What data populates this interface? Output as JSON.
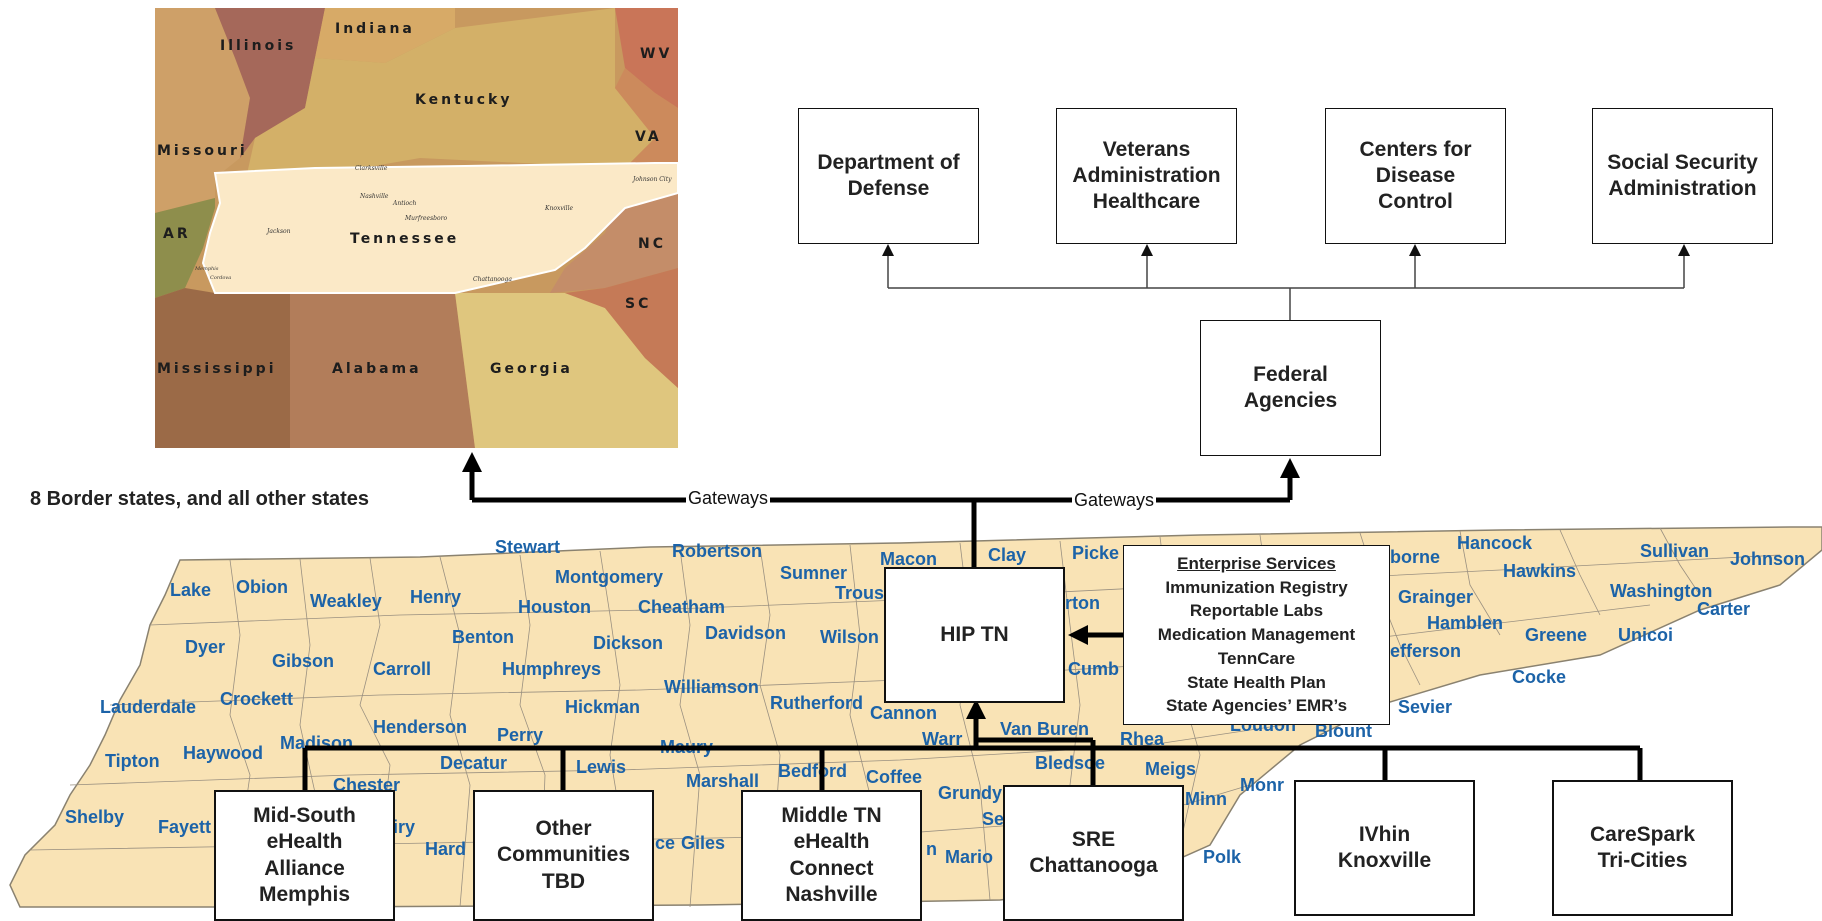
{
  "regional_map": {
    "states": [
      "Illinois",
      "Indiana",
      "Kentucky",
      "WV",
      "VA",
      "Missouri",
      "AR",
      "NC",
      "SC",
      "Mississippi",
      "Alabama",
      "Georgia"
    ],
    "center_state": "Tennessee",
    "cities": [
      "Clarksville",
      "Nashville",
      "Antioch",
      "Murfreesboro",
      "Knoxville",
      "Johnson City",
      "Jackson",
      "Memphis",
      "Cordova",
      "Chattanooga"
    ],
    "caption": "8 Border states, and all other states"
  },
  "federal": {
    "agencies": [
      {
        "name": "Department of Defense"
      },
      {
        "name": "Veterans Administration Healthcare"
      },
      {
        "name": "Centers for Disease Control"
      },
      {
        "name": "Social Security Administration"
      }
    ],
    "hub": "Federal Agencies"
  },
  "gateways": {
    "left": "Gateways",
    "right": "Gateways"
  },
  "hip": "HIP TN",
  "enterprise": {
    "title": "Enterprise Services",
    "items": [
      "Immunization Registry",
      "Reportable Labs",
      "Medication Management",
      "TennCare",
      "State Health Plan",
      "State Agencies’ EMR’s"
    ]
  },
  "rhios": [
    {
      "line1": "Mid-South",
      "line2": "eHealth",
      "line3": "Alliance",
      "line4": "Memphis"
    },
    {
      "line1": "Other",
      "line2": "Communities",
      "line3": "TBD"
    },
    {
      "line1": "Middle TN",
      "line2": "eHealth",
      "line3": "Connect",
      "line4": "Nashville"
    },
    {
      "line1": "SRE",
      "line2": "Chattanooga"
    },
    {
      "line1": "IVhin",
      "line2": "Knoxville"
    },
    {
      "line1": "CareSpark",
      "line2": "Tri-Cities"
    }
  ],
  "counties": [
    "Stewart",
    "Robertson",
    "Macon",
    "Clay",
    "Picke",
    "borne",
    "Hancock",
    "Sullivan",
    "Johnson",
    "Lake",
    "Obion",
    "Weakley",
    "Henry",
    "Montgomery",
    "Sumner",
    "Trous",
    "Hawkins",
    "Washington",
    "Carter",
    "Houston",
    "Cheatham",
    "Grainger",
    "Dyer",
    "Benton",
    "Dickson",
    "Davidson",
    "Wilson",
    "rton",
    "Hamblen",
    "Greene",
    "Unicoi",
    "Gibson",
    "Carroll",
    "Humphreys",
    "Cumb",
    "efferson",
    "Cocke",
    "Crockett",
    "Williamson",
    "Lauderdale",
    "Hickman",
    "Rutherford",
    "Cannon",
    "Sevier",
    "Henderson",
    "Perry",
    "Maury",
    "Loudon",
    "Blount",
    "Madison",
    "Warr",
    "Van Buren",
    "Rhea",
    "Haywood",
    "Tipton",
    "Chester",
    "Decatur",
    "Lewis",
    "Marshall",
    "Bedford",
    "Coffee",
    "Bledsoe",
    "Meigs",
    "Grundy",
    "Monr",
    "Minn",
    "Shelby",
    "Fayett",
    "iry",
    "Hard",
    "ce",
    "Giles",
    "n",
    "Mario",
    "Se",
    "Polk"
  ],
  "colors": {
    "tn_fill": "#f9e3b5",
    "tn_line": "#9a9080",
    "county_text": "#1c63a8",
    "map_tn": "#fbe9c7",
    "illinois": "#a5685a",
    "indiana": "#d7aa67",
    "kentucky": "#d3b068",
    "wv": "#c97558",
    "va": "#cc8a5c",
    "missouri": "#cea068",
    "ar": "#8e8e4c",
    "nc": "#c48d69",
    "sc": "#c57a57",
    "mississippi": "#9b6a47",
    "alabama": "#b27d5a",
    "georgia": "#dfc67e"
  }
}
